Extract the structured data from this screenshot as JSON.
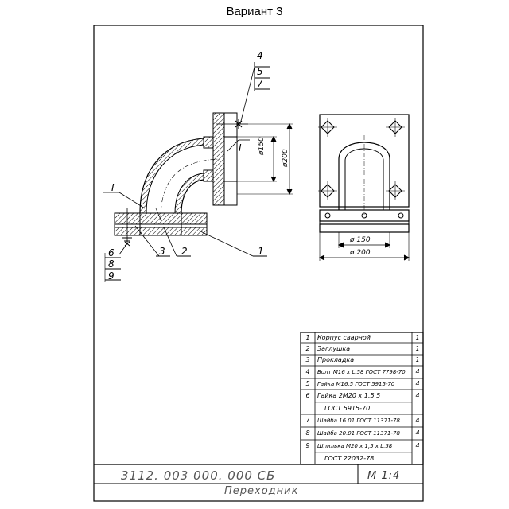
{
  "sheet": {
    "title": "Вариант 3"
  },
  "callouts": {
    "c1": "1",
    "c2": "2",
    "c3": "3",
    "c4": "4",
    "c5": "5",
    "c7": "7",
    "c6": "6",
    "c8": "8",
    "c9": "9",
    "detail_top": "I",
    "detail_left": "I"
  },
  "dimensions": {
    "d150_vertical": "ø150",
    "d200_vertical": "ø200",
    "d150_horizontal": "ø 150",
    "d200_horizontal": "ø 200"
  },
  "bom": [
    {
      "pos": "1",
      "name": "Корпус сварной",
      "qty": "1"
    },
    {
      "pos": "2",
      "name": "Заглушка",
      "qty": "1"
    },
    {
      "pos": "3",
      "name": "Прокладка",
      "qty": "1"
    },
    {
      "pos": "4",
      "name": "Болт М16 x L.58 ГОСТ 7798-70",
      "qty": "4"
    },
    {
      "pos": "5",
      "name": "Гайка М16.5 ГОСТ 5915-70",
      "qty": "4"
    },
    {
      "pos": "6",
      "name": "Гайка 2М20 x 1,5.5",
      "qty": "4"
    },
    {
      "pos": "",
      "name": "ГОСТ 5915-70",
      "qty": ""
    },
    {
      "pos": "7",
      "name": "Шайба 16.01 ГОСТ 11371-78",
      "qty": "4"
    },
    {
      "pos": "8",
      "name": "Шайба 20.01 ГОСТ 11371-78",
      "qty": "4"
    },
    {
      "pos": "9",
      "name": "Шпилька М20 x 1,5 x L.58",
      "qty": "4"
    },
    {
      "pos": "",
      "name": "ГОСТ 22032-78",
      "qty": ""
    }
  ],
  "title_block": {
    "code": "3112. 003 000. 000 СБ",
    "scale": "М 1:4",
    "name": "Переходник"
  }
}
